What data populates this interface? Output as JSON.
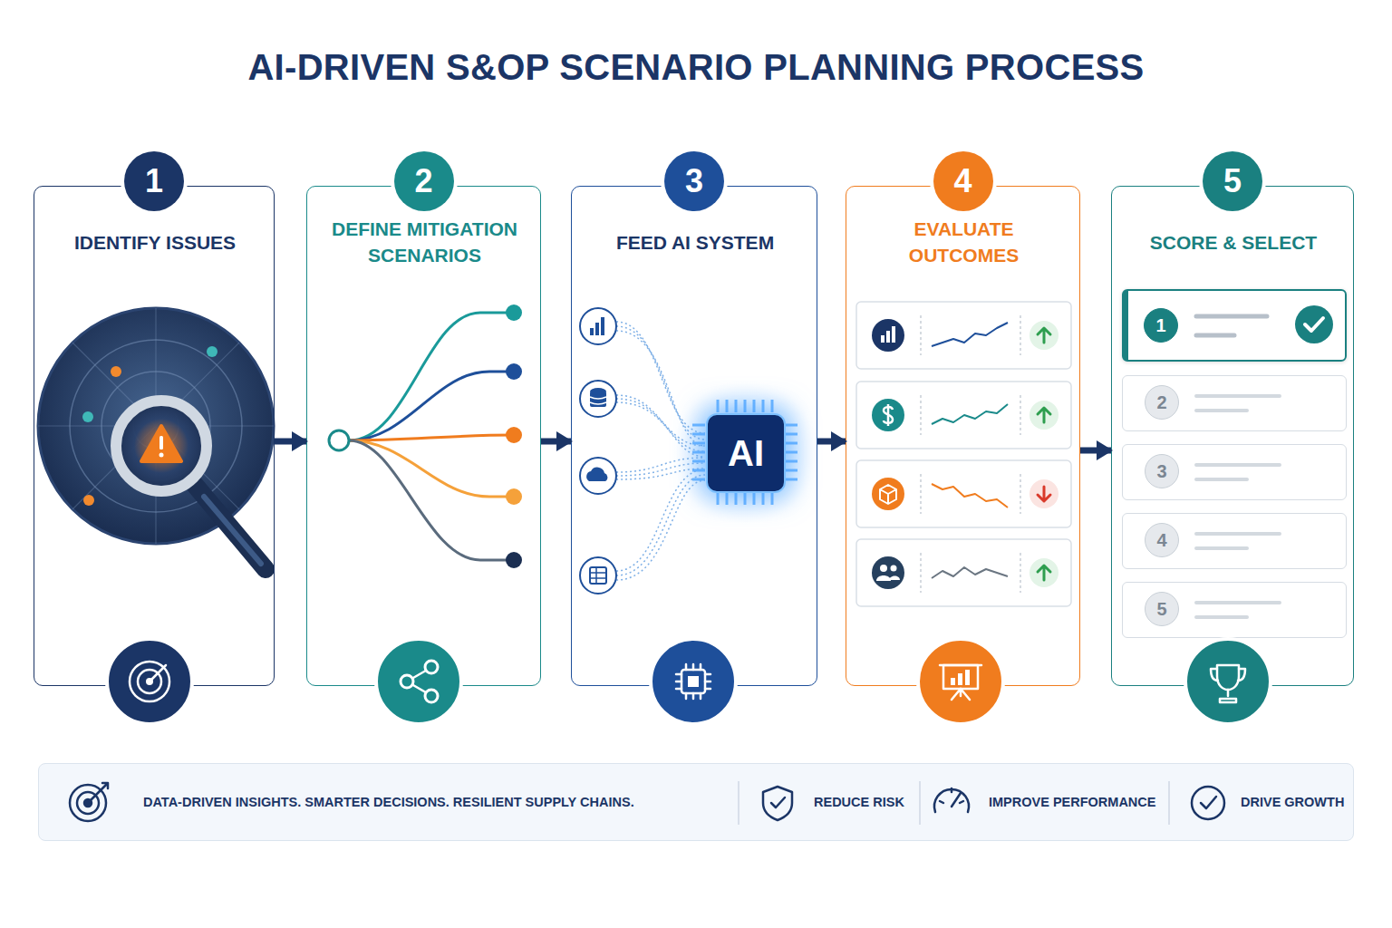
{
  "diagram": {
    "title": "AI-DRIVEN S&OP SCENARIO PLANNING PROCESS",
    "nodes": [
      {
        "text": [
          "1",
          "IDENTIFY ISSUES"
        ]
      },
      {
        "text": [
          "2",
          "DEFINE MITIGATION SCENARIOS"
        ]
      },
      {
        "text": [
          "3",
          "FEED AI SYSTEM"
        ]
      },
      {
        "text": [
          "AI"
        ],
        "in": 2
      },
      {
        "text": [
          "4",
          "EVALUATE OUTCOMES"
        ]
      },
      {
        "text": [
          "5",
          "SCORE & SELECT"
        ]
      },
      {
        "text": [
          "1"
        ],
        "in": 5
      },
      {
        "text": [
          "2"
        ],
        "in": 5
      },
      {
        "text": [
          "3"
        ],
        "in": 5
      },
      {
        "text": [
          "4"
        ],
        "in": 5
      },
      {
        "text": [
          "5"
        ],
        "in": 5
      },
      {
        "text": [
          "DATA-DRIVEN INSIGHTS. SMARTER DECISIONS. RESILIENT SUPPLY CHAINS.",
          "REDUCE RISK",
          "IMPROVE PERFORMANCE",
          "DRIVE GROWTH"
        ]
      }
    ],
    "edges": [
      {
        "from": 0,
        "to": 1,
        "arrow": "to"
      },
      {
        "from": 1,
        "to": 2,
        "arrow": "to"
      },
      {
        "from": 2,
        "to": 4,
        "arrow": "to"
      },
      {
        "from": 4,
        "to": 5,
        "arrow": "to"
      }
    ]
  }
}
